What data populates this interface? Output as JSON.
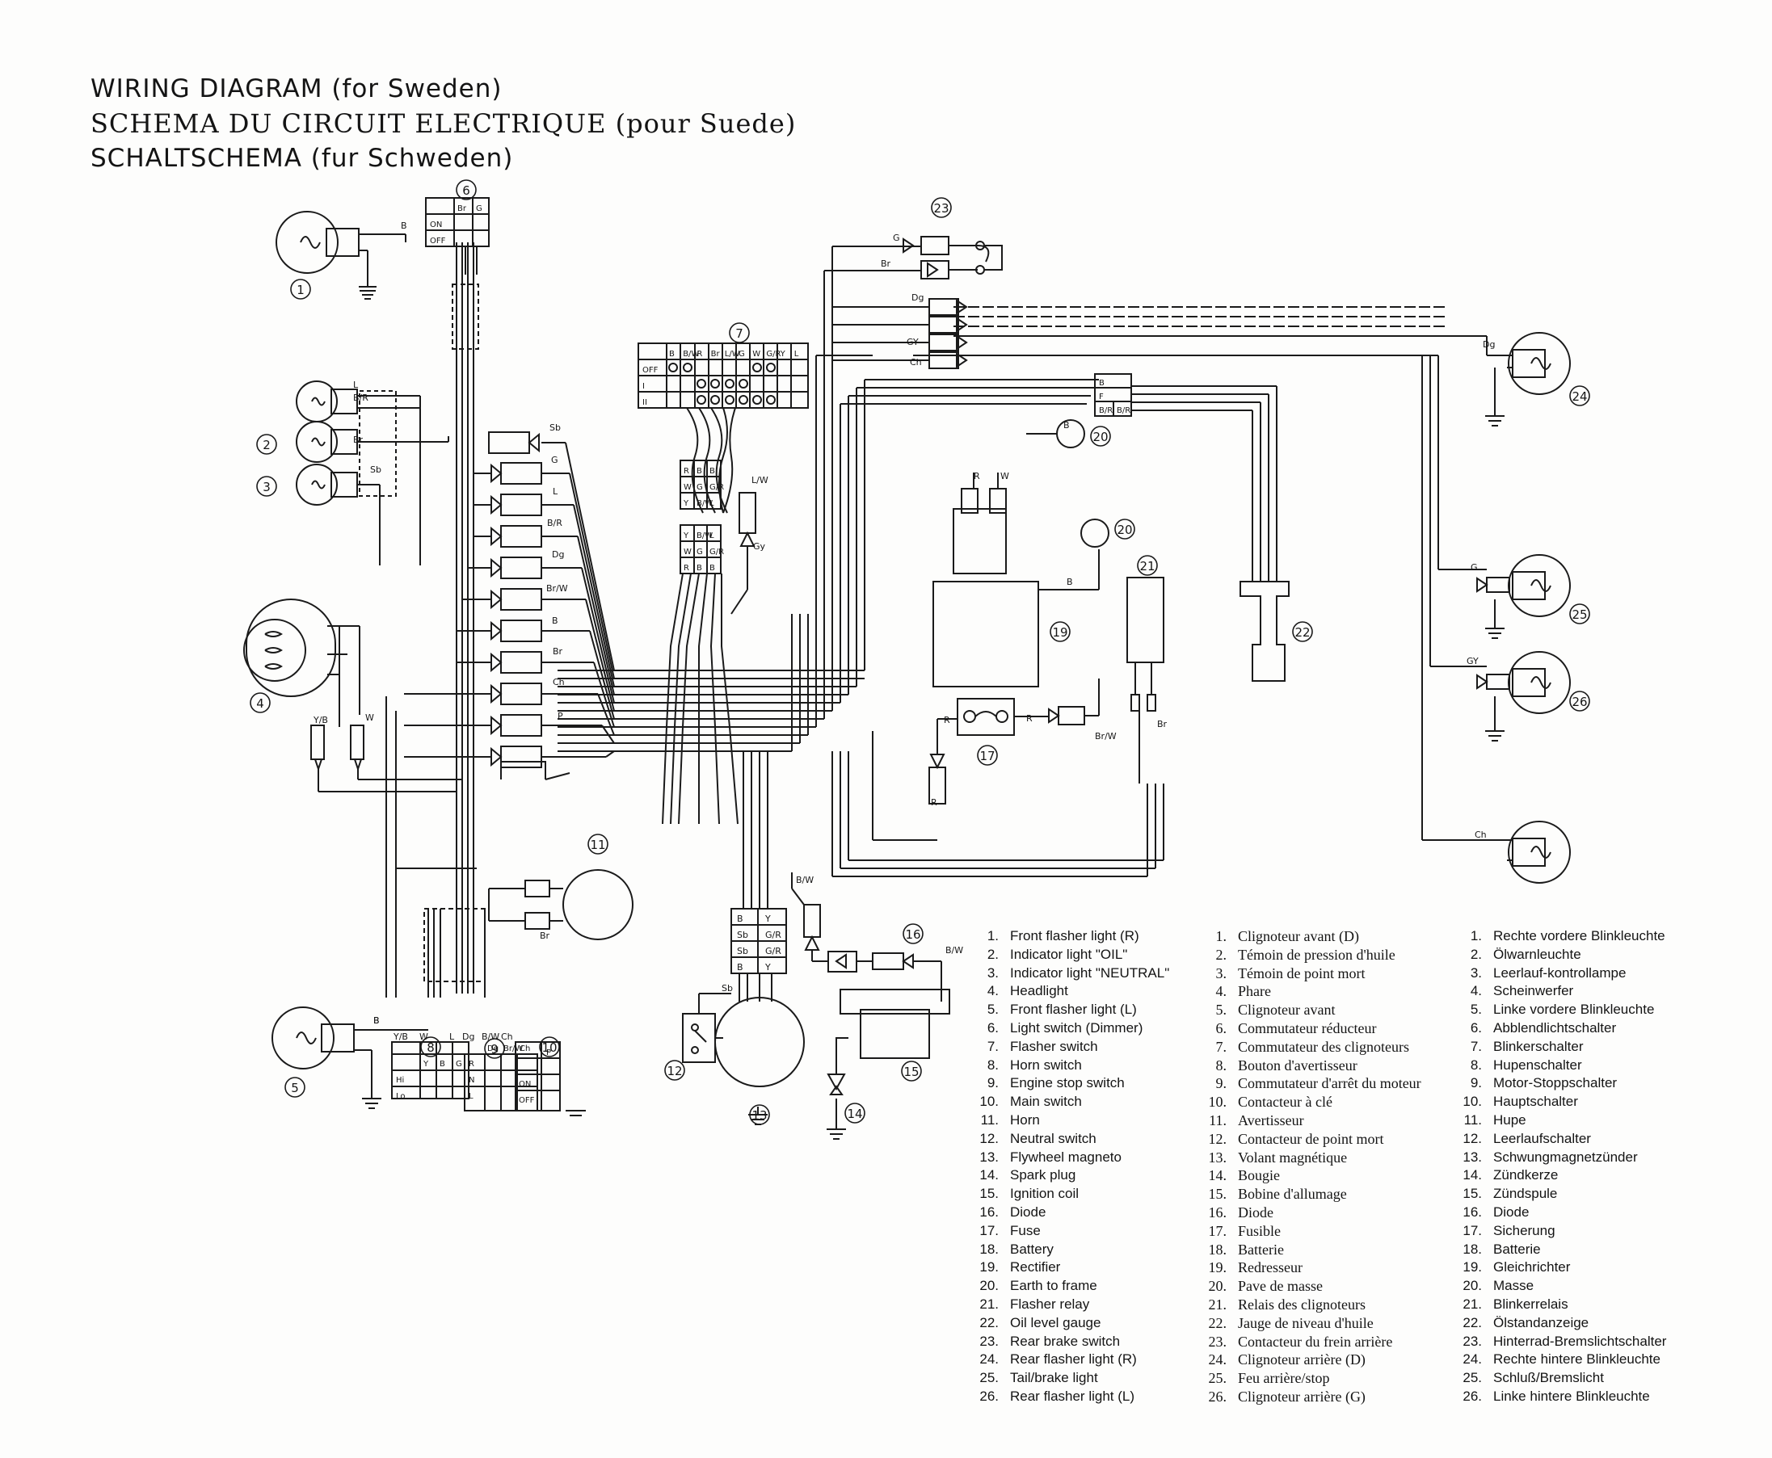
{
  "titles": {
    "en": "WIRING DIAGRAM (for Sweden)",
    "fr": "SCHEMA DU CIRCUIT ELECTRIQUE (pour Suede)",
    "de": "SCHALTSCHEMA (fur Schweden)"
  },
  "legend": {
    "en": [
      {
        "num": "1.",
        "text": "Front flasher light (R)"
      },
      {
        "num": "2.",
        "text": "Indicator light \"OIL\""
      },
      {
        "num": "3.",
        "text": "Indicator light \"NEUTRAL\""
      },
      {
        "num": "4.",
        "text": "Headlight"
      },
      {
        "num": "5.",
        "text": "Front flasher light (L)"
      },
      {
        "num": "6.",
        "text": "Light switch (Dimmer)"
      },
      {
        "num": "7.",
        "text": "Flasher switch"
      },
      {
        "num": "8.",
        "text": "Horn switch"
      },
      {
        "num": "9.",
        "text": "Engine stop switch"
      },
      {
        "num": "10.",
        "text": "Main switch"
      },
      {
        "num": "11.",
        "text": "Horn"
      },
      {
        "num": "12.",
        "text": "Neutral switch"
      },
      {
        "num": "13.",
        "text": "Flywheel magneto"
      },
      {
        "num": "14.",
        "text": "Spark plug"
      },
      {
        "num": "15.",
        "text": "Ignition coil"
      },
      {
        "num": "16.",
        "text": "Diode"
      },
      {
        "num": "17.",
        "text": "Fuse"
      },
      {
        "num": "18.",
        "text": "Battery"
      },
      {
        "num": "19.",
        "text": "Rectifier"
      },
      {
        "num": "20.",
        "text": "Earth to frame"
      },
      {
        "num": "21.",
        "text": "Flasher relay"
      },
      {
        "num": "22.",
        "text": "Oil level gauge"
      },
      {
        "num": "23.",
        "text": "Rear brake switch"
      },
      {
        "num": "24.",
        "text": "Rear flasher light (R)"
      },
      {
        "num": "25.",
        "text": "Tail/brake light"
      },
      {
        "num": "26.",
        "text": "Rear flasher light (L)"
      }
    ],
    "fr": [
      {
        "num": "1.",
        "text": "Clignoteur avant (D)"
      },
      {
        "num": "2.",
        "text": "Témoin de pression d'huile"
      },
      {
        "num": "3.",
        "text": "Témoin de point mort"
      },
      {
        "num": "4.",
        "text": "Phare"
      },
      {
        "num": "5.",
        "text": "Clignoteur avant"
      },
      {
        "num": "6.",
        "text": "Commutateur réducteur"
      },
      {
        "num": "7.",
        "text": "Commutateur des clignoteurs"
      },
      {
        "num": "8.",
        "text": "Bouton d'avertisseur"
      },
      {
        "num": "9.",
        "text": "Commutateur d'arrêt du moteur"
      },
      {
        "num": "10.",
        "text": "Contacteur à clé"
      },
      {
        "num": "11.",
        "text": "Avertisseur"
      },
      {
        "num": "12.",
        "text": "Contacteur de point mort"
      },
      {
        "num": "13.",
        "text": "Volant magnétique"
      },
      {
        "num": "14.",
        "text": "Bougie"
      },
      {
        "num": "15.",
        "text": "Bobine d'allumage"
      },
      {
        "num": "16.",
        "text": "Diode"
      },
      {
        "num": "17.",
        "text": "Fusible"
      },
      {
        "num": "18.",
        "text": "Batterie"
      },
      {
        "num": "19.",
        "text": "Redresseur"
      },
      {
        "num": "20.",
        "text": "Pave de masse"
      },
      {
        "num": "21.",
        "text": "Relais des clignoteurs"
      },
      {
        "num": "22.",
        "text": "Jauge de niveau d'huile"
      },
      {
        "num": "23.",
        "text": "Contacteur du frein arrière"
      },
      {
        "num": "24.",
        "text": "Clignoteur arrière (D)"
      },
      {
        "num": "25.",
        "text": "Feu arrière/stop"
      },
      {
        "num": "26.",
        "text": "Clignoteur arrière (G)"
      }
    ],
    "de": [
      {
        "num": "1.",
        "text": "Rechte vordere Blinkleuchte"
      },
      {
        "num": "2.",
        "text": "Ölwarnleuchte"
      },
      {
        "num": "3.",
        "text": "Leerlauf-kontrollampe"
      },
      {
        "num": "4.",
        "text": "Scheinwerfer"
      },
      {
        "num": "5.",
        "text": "Linke vordere Blinkleuchte"
      },
      {
        "num": "6.",
        "text": "Abblendlichtschalter"
      },
      {
        "num": "7.",
        "text": "Blinkerschalter"
      },
      {
        "num": "8.",
        "text": "Hupenschalter"
      },
      {
        "num": "9.",
        "text": "Motor-Stoppschalter"
      },
      {
        "num": "10.",
        "text": "Hauptschalter"
      },
      {
        "num": "11.",
        "text": "Hupe"
      },
      {
        "num": "12.",
        "text": "Leerlaufschalter"
      },
      {
        "num": "13.",
        "text": "Schwungmagnetzünder"
      },
      {
        "num": "14.",
        "text": "Zündkerze"
      },
      {
        "num": "15.",
        "text": "Zündspule"
      },
      {
        "num": "16.",
        "text": "Diode"
      },
      {
        "num": "17.",
        "text": "Sicherung"
      },
      {
        "num": "18.",
        "text": "Batterie"
      },
      {
        "num": "19.",
        "text": "Gleichrichter"
      },
      {
        "num": "20.",
        "text": "Masse"
      },
      {
        "num": "21.",
        "text": "Blinkerrelais"
      },
      {
        "num": "22.",
        "text": "Ölstandanzeige"
      },
      {
        "num": "23.",
        "text": "Hinterrad-Bremslichtschalter"
      },
      {
        "num": "24.",
        "text": "Rechte hintere Blinkleuchte"
      },
      {
        "num": "25.",
        "text": "Schluß/Bremslicht"
      },
      {
        "num": "26.",
        "text": "Linke hintere Blinkleuchte"
      }
    ]
  },
  "callouts": [
    "1",
    "2",
    "3",
    "4",
    "5",
    "6",
    "7",
    "8",
    "9",
    "10",
    "11",
    "12",
    "13",
    "14",
    "15",
    "16",
    "17",
    "19",
    "20",
    "20",
    "21",
    "22",
    "23",
    "24",
    "25",
    "26"
  ],
  "wire_labels": {
    "w1": "B",
    "w2": "B",
    "w3": "L",
    "w4": "B/R",
    "w5": "Br",
    "w6": "Sb",
    "w7": "Y/B",
    "w8": "W",
    "w9": "Sb",
    "w10": "G",
    "w11": "L",
    "w12": "B/R",
    "w13": "Dg",
    "w14": "Br/W",
    "w15": "B",
    "w16": "Br",
    "w17": "Ch",
    "w18": "P",
    "w19": "L/W",
    "w20": "Gy",
    "w21": "Dg",
    "w22": "GY",
    "w23": "Ch",
    "w24": "G",
    "w25": "Br",
    "w26": "Dg",
    "w27": "G",
    "w28": "GY",
    "w29": "Ch",
    "w30": "B",
    "w31": "R",
    "w32": "W",
    "w33": "B",
    "w34": "R",
    "w35": "R",
    "w36": "R",
    "w37": "Br/W",
    "w38": "Br",
    "w39": "B/W",
    "w40": "B/W",
    "w41": "Sb",
    "w42": "Br",
    "w43": "B",
    "w44": "Y/B",
    "w45": "W",
    "w46": "L",
    "w47": "Dg",
    "w48": "B/W",
    "w49": "Ch"
  },
  "switch_tables": {
    "light_switch": {
      "header": [
        "Br",
        "G"
      ],
      "rows": [
        "ON",
        "OFF"
      ]
    },
    "flasher_switch": {
      "header": [
        "B",
        "B/W",
        "R",
        "Br",
        "L/W",
        "G",
        "W",
        "G/R",
        "Y",
        "L"
      ],
      "rows": [
        "OFF",
        "I",
        "II"
      ]
    },
    "horn_switch": {
      "header": [
        "Y",
        "B",
        "G"
      ],
      "rows": [
        "Hi",
        "Lo"
      ]
    },
    "engine_stop": {
      "header": [
        "Dg",
        "Br/W",
        "Ch"
      ],
      "rows": [
        "R",
        "N",
        "L"
      ]
    },
    "main_switch": {
      "header": [
        "P"
      ],
      "rows": [
        "ON",
        "OFF"
      ]
    },
    "connector_a": {
      "rows": [
        [
          "R",
          "B",
          "B"
        ],
        [
          "W",
          "G",
          "G/R"
        ],
        [
          "Y",
          "B/W",
          "L"
        ]
      ]
    },
    "connector_b": {
      "rows": [
        [
          "Y",
          "B/W",
          "L"
        ],
        [
          "W",
          "G",
          "G/R"
        ],
        [
          "R",
          "B",
          "B"
        ]
      ]
    },
    "neutral_block": {
      "rows": [
        [
          "B",
          "Y"
        ],
        [
          "Sb",
          "G/R"
        ],
        [
          "Sb",
          "G/R"
        ],
        [
          "B",
          "Y"
        ]
      ]
    },
    "flasher_relay_block": {
      "rows": [
        [
          "B"
        ],
        [
          "F"
        ],
        [
          "B/R",
          "B/R"
        ]
      ]
    }
  }
}
